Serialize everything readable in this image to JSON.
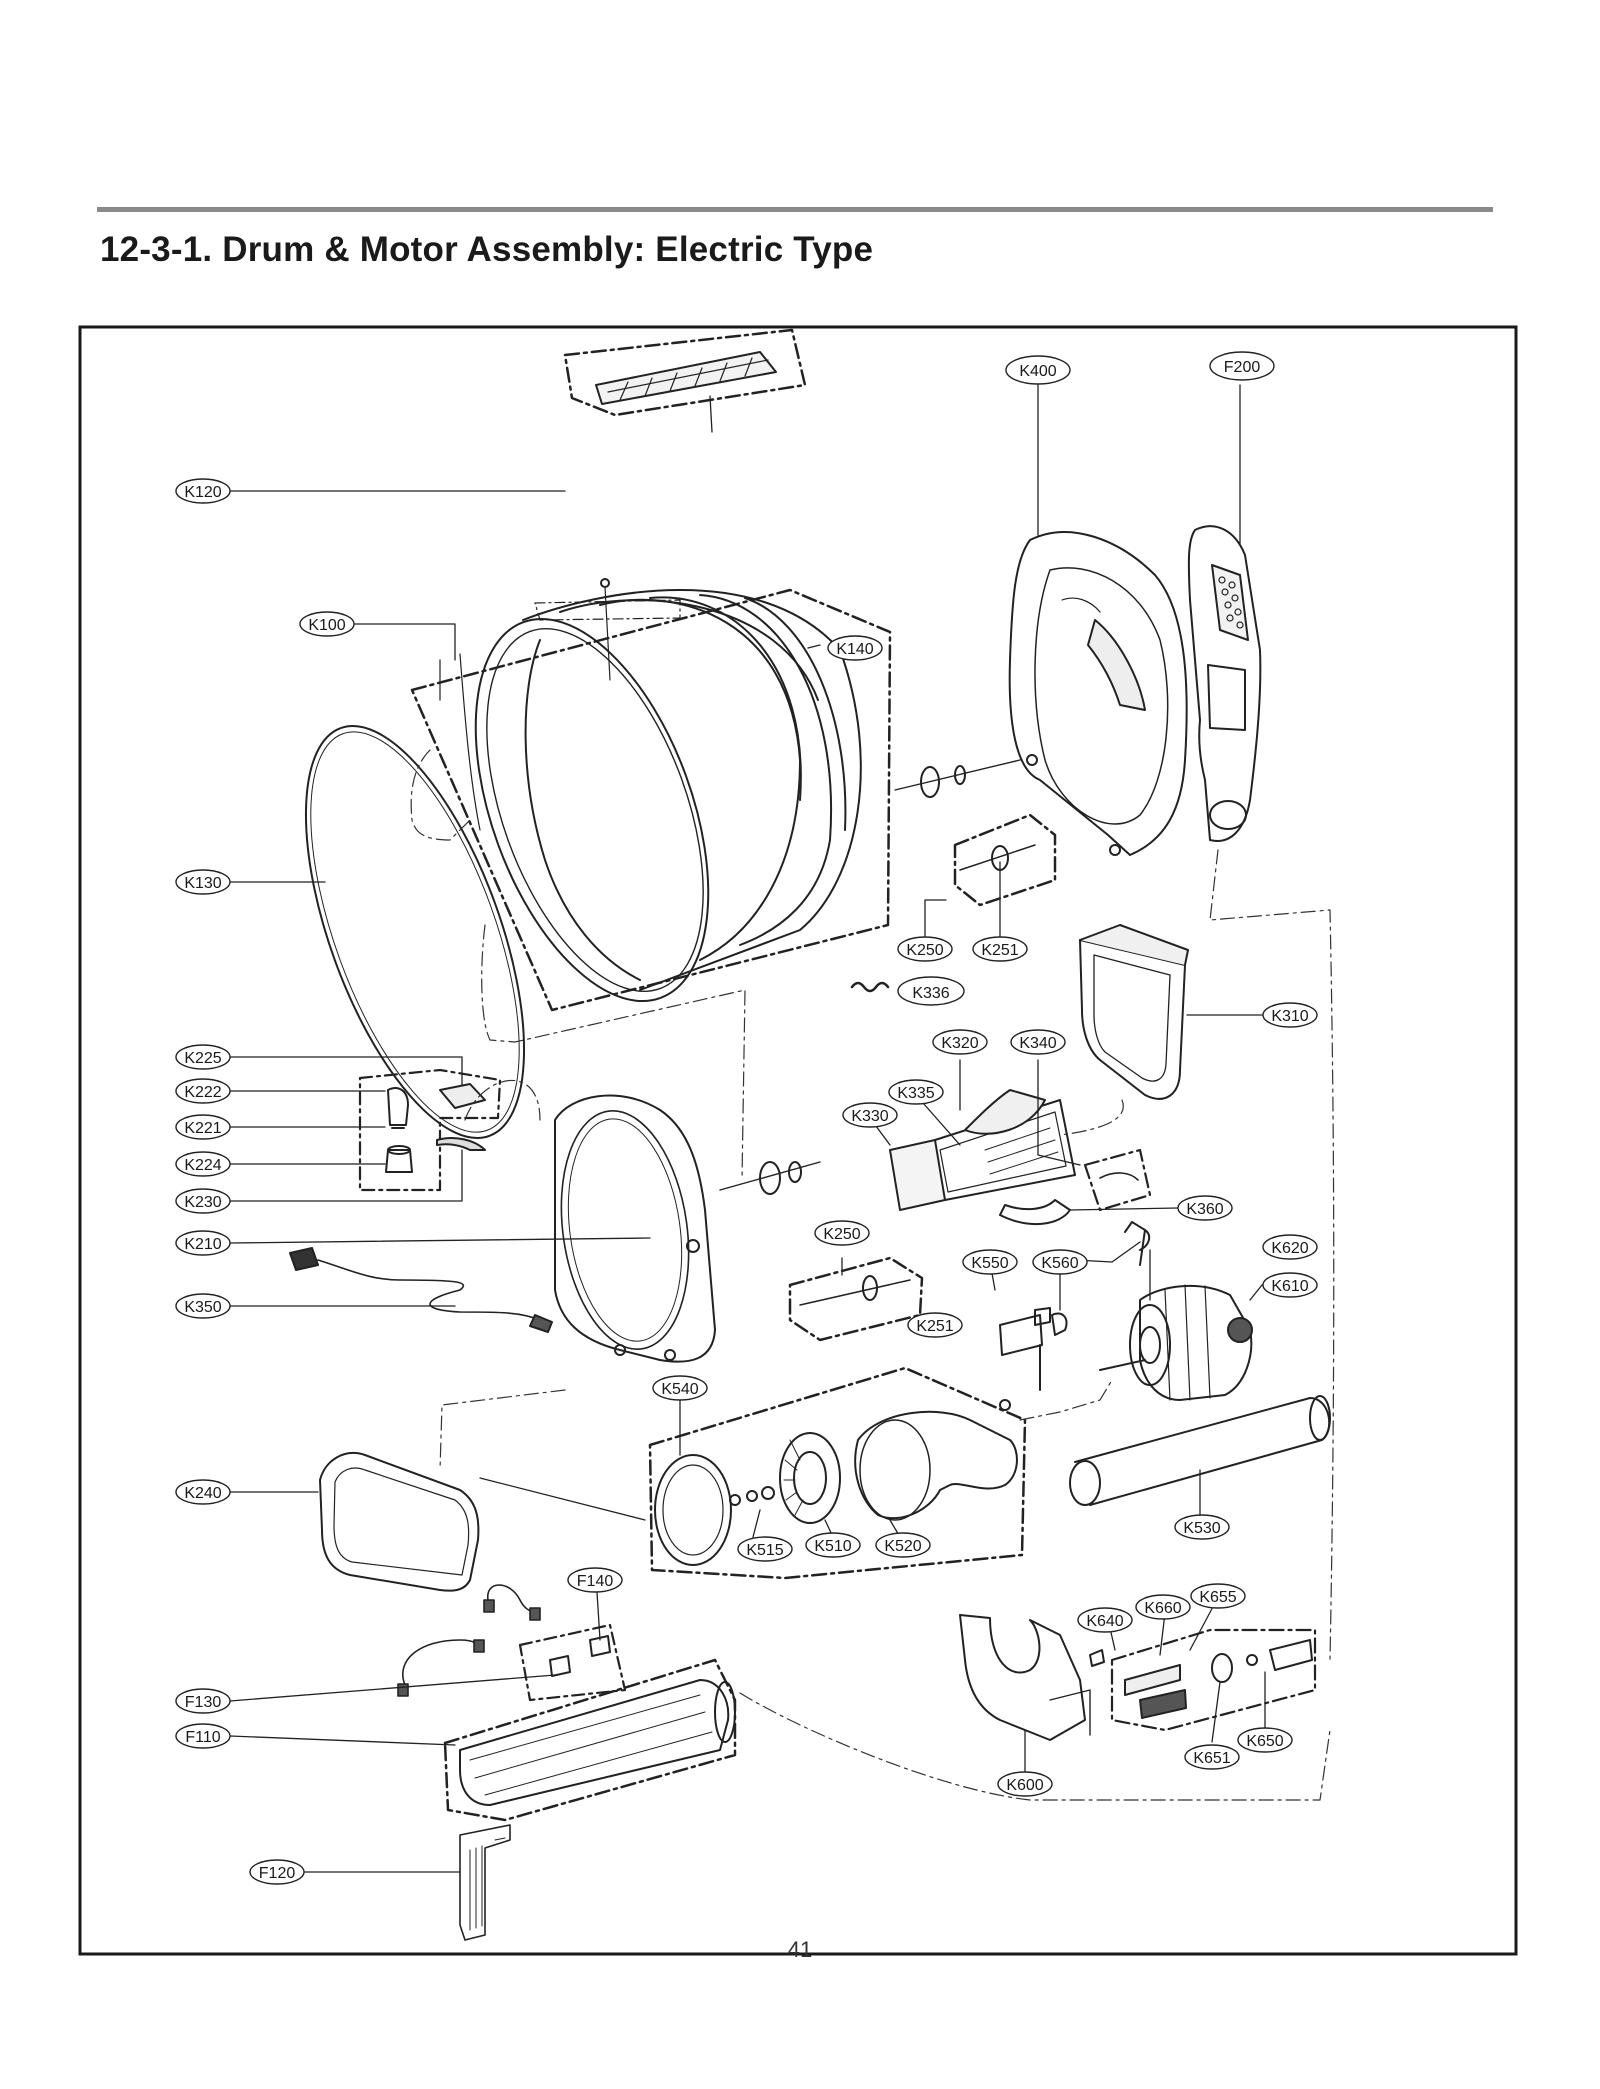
{
  "page": {
    "title": "12-3-1. Drum & Motor Assembly: Electric Type",
    "page_number": "41"
  },
  "callouts": [
    {
      "id": "k120",
      "label": "K120"
    },
    {
      "id": "k100",
      "label": "K100"
    },
    {
      "id": "k140",
      "label": "K140"
    },
    {
      "id": "k130",
      "label": "K130"
    },
    {
      "id": "k400",
      "label": "K400"
    },
    {
      "id": "f200",
      "label": "F200"
    },
    {
      "id": "k250a",
      "label": "K250"
    },
    {
      "id": "k251a",
      "label": "K251"
    },
    {
      "id": "k336",
      "label": "K336"
    },
    {
      "id": "k310",
      "label": "K310"
    },
    {
      "id": "k320",
      "label": "K320"
    },
    {
      "id": "k340",
      "label": "K340"
    },
    {
      "id": "k335",
      "label": "K335"
    },
    {
      "id": "k330",
      "label": "K330"
    },
    {
      "id": "k225",
      "label": "K225"
    },
    {
      "id": "k222",
      "label": "K222"
    },
    {
      "id": "k221",
      "label": "K221"
    },
    {
      "id": "k224",
      "label": "K224"
    },
    {
      "id": "k230",
      "label": "K230"
    },
    {
      "id": "k210",
      "label": "K210"
    },
    {
      "id": "k350",
      "label": "K350"
    },
    {
      "id": "k360",
      "label": "K360"
    },
    {
      "id": "k250b",
      "label": "K250"
    },
    {
      "id": "k251b",
      "label": "K251"
    },
    {
      "id": "k620",
      "label": "K620"
    },
    {
      "id": "k550",
      "label": "K550"
    },
    {
      "id": "k560",
      "label": "K560"
    },
    {
      "id": "k610",
      "label": "K610"
    },
    {
      "id": "k540",
      "label": "K540"
    },
    {
      "id": "k240",
      "label": "K240"
    },
    {
      "id": "k515",
      "label": "K515"
    },
    {
      "id": "k510",
      "label": "K510"
    },
    {
      "id": "k520",
      "label": "K520"
    },
    {
      "id": "k530",
      "label": "K530"
    },
    {
      "id": "f140",
      "label": "F140"
    },
    {
      "id": "k640",
      "label": "K640"
    },
    {
      "id": "k660",
      "label": "K660"
    },
    {
      "id": "k655",
      "label": "K655"
    },
    {
      "id": "f130",
      "label": "F130"
    },
    {
      "id": "f110",
      "label": "F110"
    },
    {
      "id": "k650",
      "label": "K650"
    },
    {
      "id": "k651",
      "label": "K651"
    },
    {
      "id": "k600",
      "label": "K600"
    },
    {
      "id": "f120",
      "label": "F120"
    }
  ]
}
